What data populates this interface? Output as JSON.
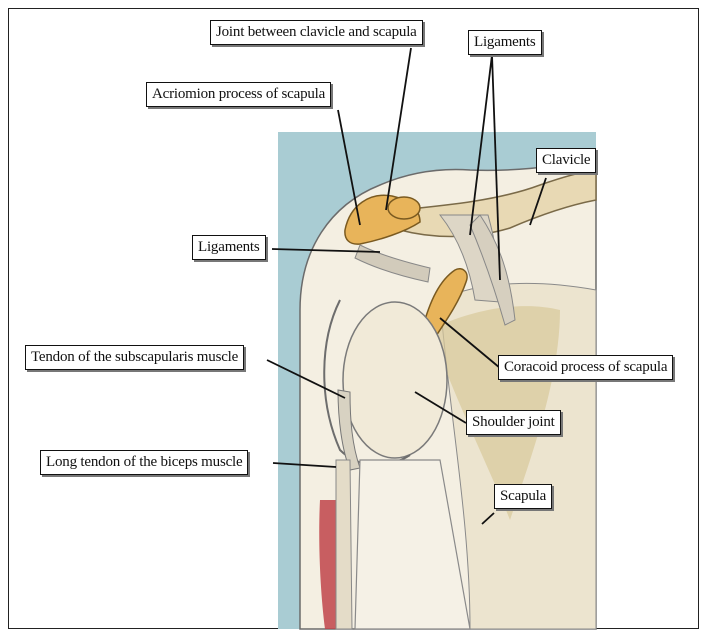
{
  "labels": {
    "joint_clavicle_scapula": "Joint between clavicle and scapula",
    "ligaments_top": "Ligaments",
    "acromion": "Acriomion process of scapula",
    "clavicle": "Clavicle",
    "ligaments_left": "Ligaments",
    "tendon_subscapularis": "Tendon of the subscapularis muscle",
    "coracoid": "Coracoid process of scapula",
    "shoulder_joint": "Shoulder joint",
    "long_tendon_biceps": "Long tendon of the biceps muscle",
    "scapula": "Scapula"
  },
  "colors": {
    "background_blue": "#a9ccd3",
    "bone_beige": "#e8d9b4",
    "bone_orange": "#e8b45a",
    "muscle_red": "#c0444a",
    "skin": "#f4efe2",
    "line": "#111111"
  }
}
